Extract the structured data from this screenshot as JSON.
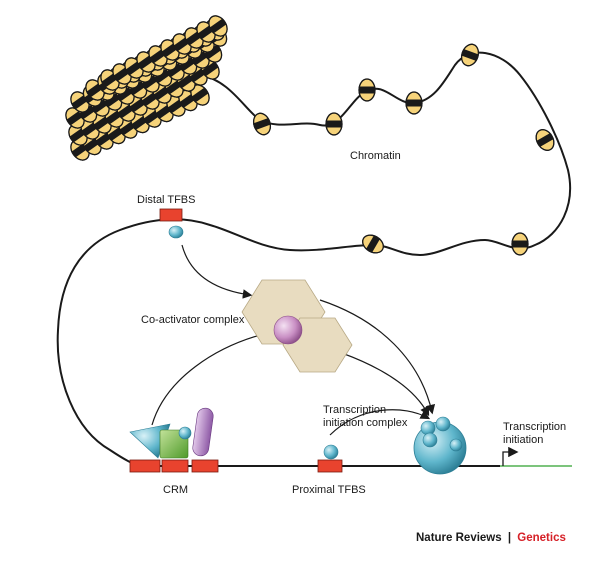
{
  "labels": {
    "chromatin": "Chromatin",
    "distal_tfbs": "Distal TFBS",
    "coactivator_complex": "Co-activator complex",
    "transcription_initiation_complex_line1": "Transcription",
    "transcription_initiation_complex_line2": "initiation complex",
    "transcription_initiation_line1": "Transcription",
    "transcription_initiation_line2": "initiation",
    "crm": "CRM",
    "proximal_tfbs": "Proximal TFBS"
  },
  "footer": {
    "journal": "Nature Reviews",
    "separator": "|",
    "section": "Genetics"
  },
  "colors": {
    "nucleosome": "#f6d37a",
    "nucleosome_band": "#1a1a1a",
    "tfbs_box": "#e8432e",
    "tf_blob": "#7ec8d8",
    "coactivator_hex": "#e8dcc0",
    "coactivator_ball": "#c98fc4",
    "initiation_complex": "#5fb6cc",
    "crm_square": "#7bbf4a",
    "crm_pill": "#b98ac8",
    "transcribed_line": "#7cc47c",
    "section_red": "#d62027"
  }
}
